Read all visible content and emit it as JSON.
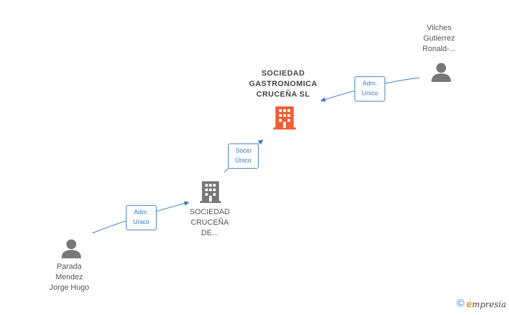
{
  "nodes": {
    "main_company": {
      "lines": [
        "SOCIEDAD",
        "GASTRONOMICA",
        "CRUCEÑA  SL"
      ],
      "type": "company",
      "color": "#f25d35"
    },
    "sub_company": {
      "lines": [
        "SOCIEDAD",
        "CRUCEÑA",
        "DE..."
      ],
      "type": "company",
      "color": "#777777"
    },
    "person_vilches": {
      "lines": [
        "Vilches",
        "Gutierrez",
        "Ronald-..."
      ],
      "type": "person",
      "color": "#777777"
    },
    "person_parada": {
      "lines": [
        "Parada",
        "Mendez",
        "Jorge Hugo"
      ],
      "type": "person",
      "color": "#777777"
    }
  },
  "edges": {
    "vilches_to_main": {
      "lines": [
        "Adm.",
        "Unico"
      ]
    },
    "sub_to_main": {
      "lines": [
        "Socio",
        "Único"
      ]
    },
    "parada_to_sub": {
      "lines": [
        "Adm.",
        "Unico"
      ]
    }
  },
  "colors": {
    "edge": "#3a7bc4",
    "accent": "#f25d35"
  },
  "footer": {
    "copyright": "©",
    "brand_first": "e",
    "brand_rest": "mpresia"
  }
}
